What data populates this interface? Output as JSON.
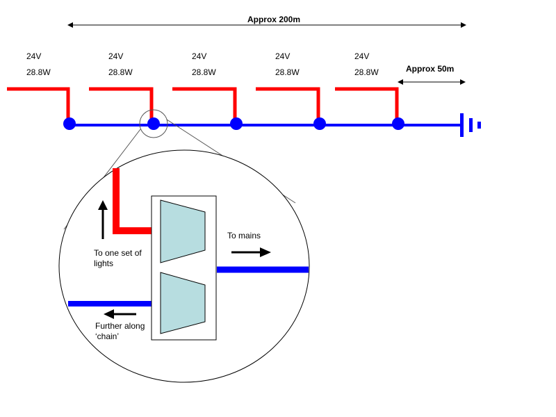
{
  "colors": {
    "live": "#ff0000",
    "neutral": "#0000ff",
    "junction": "#0000ff",
    "connector_fill": "#b7dde0",
    "outline": "#000000",
    "magnifier_line": "#555555"
  },
  "labels": {
    "total_span": "Approx 200m",
    "tail_span": "Approx 50m",
    "to_lights": "To one set of lights",
    "to_mains": "To mains",
    "further_along": "Further along ‘chain’"
  },
  "light_sets": [
    {
      "voltage": "24V",
      "power": "28.8W"
    },
    {
      "voltage": "24V",
      "power": "28.8W"
    },
    {
      "voltage": "24V",
      "power": "28.8W"
    },
    {
      "voltage": "24V",
      "power": "28.8W"
    },
    {
      "voltage": "24V",
      "power": "28.8W"
    }
  ],
  "icons": {
    "terminator": "ground-terminator-icon",
    "arrow_up": "arrow-up-icon",
    "arrow_right": "arrow-right-icon",
    "arrow_left": "arrow-left-icon"
  }
}
